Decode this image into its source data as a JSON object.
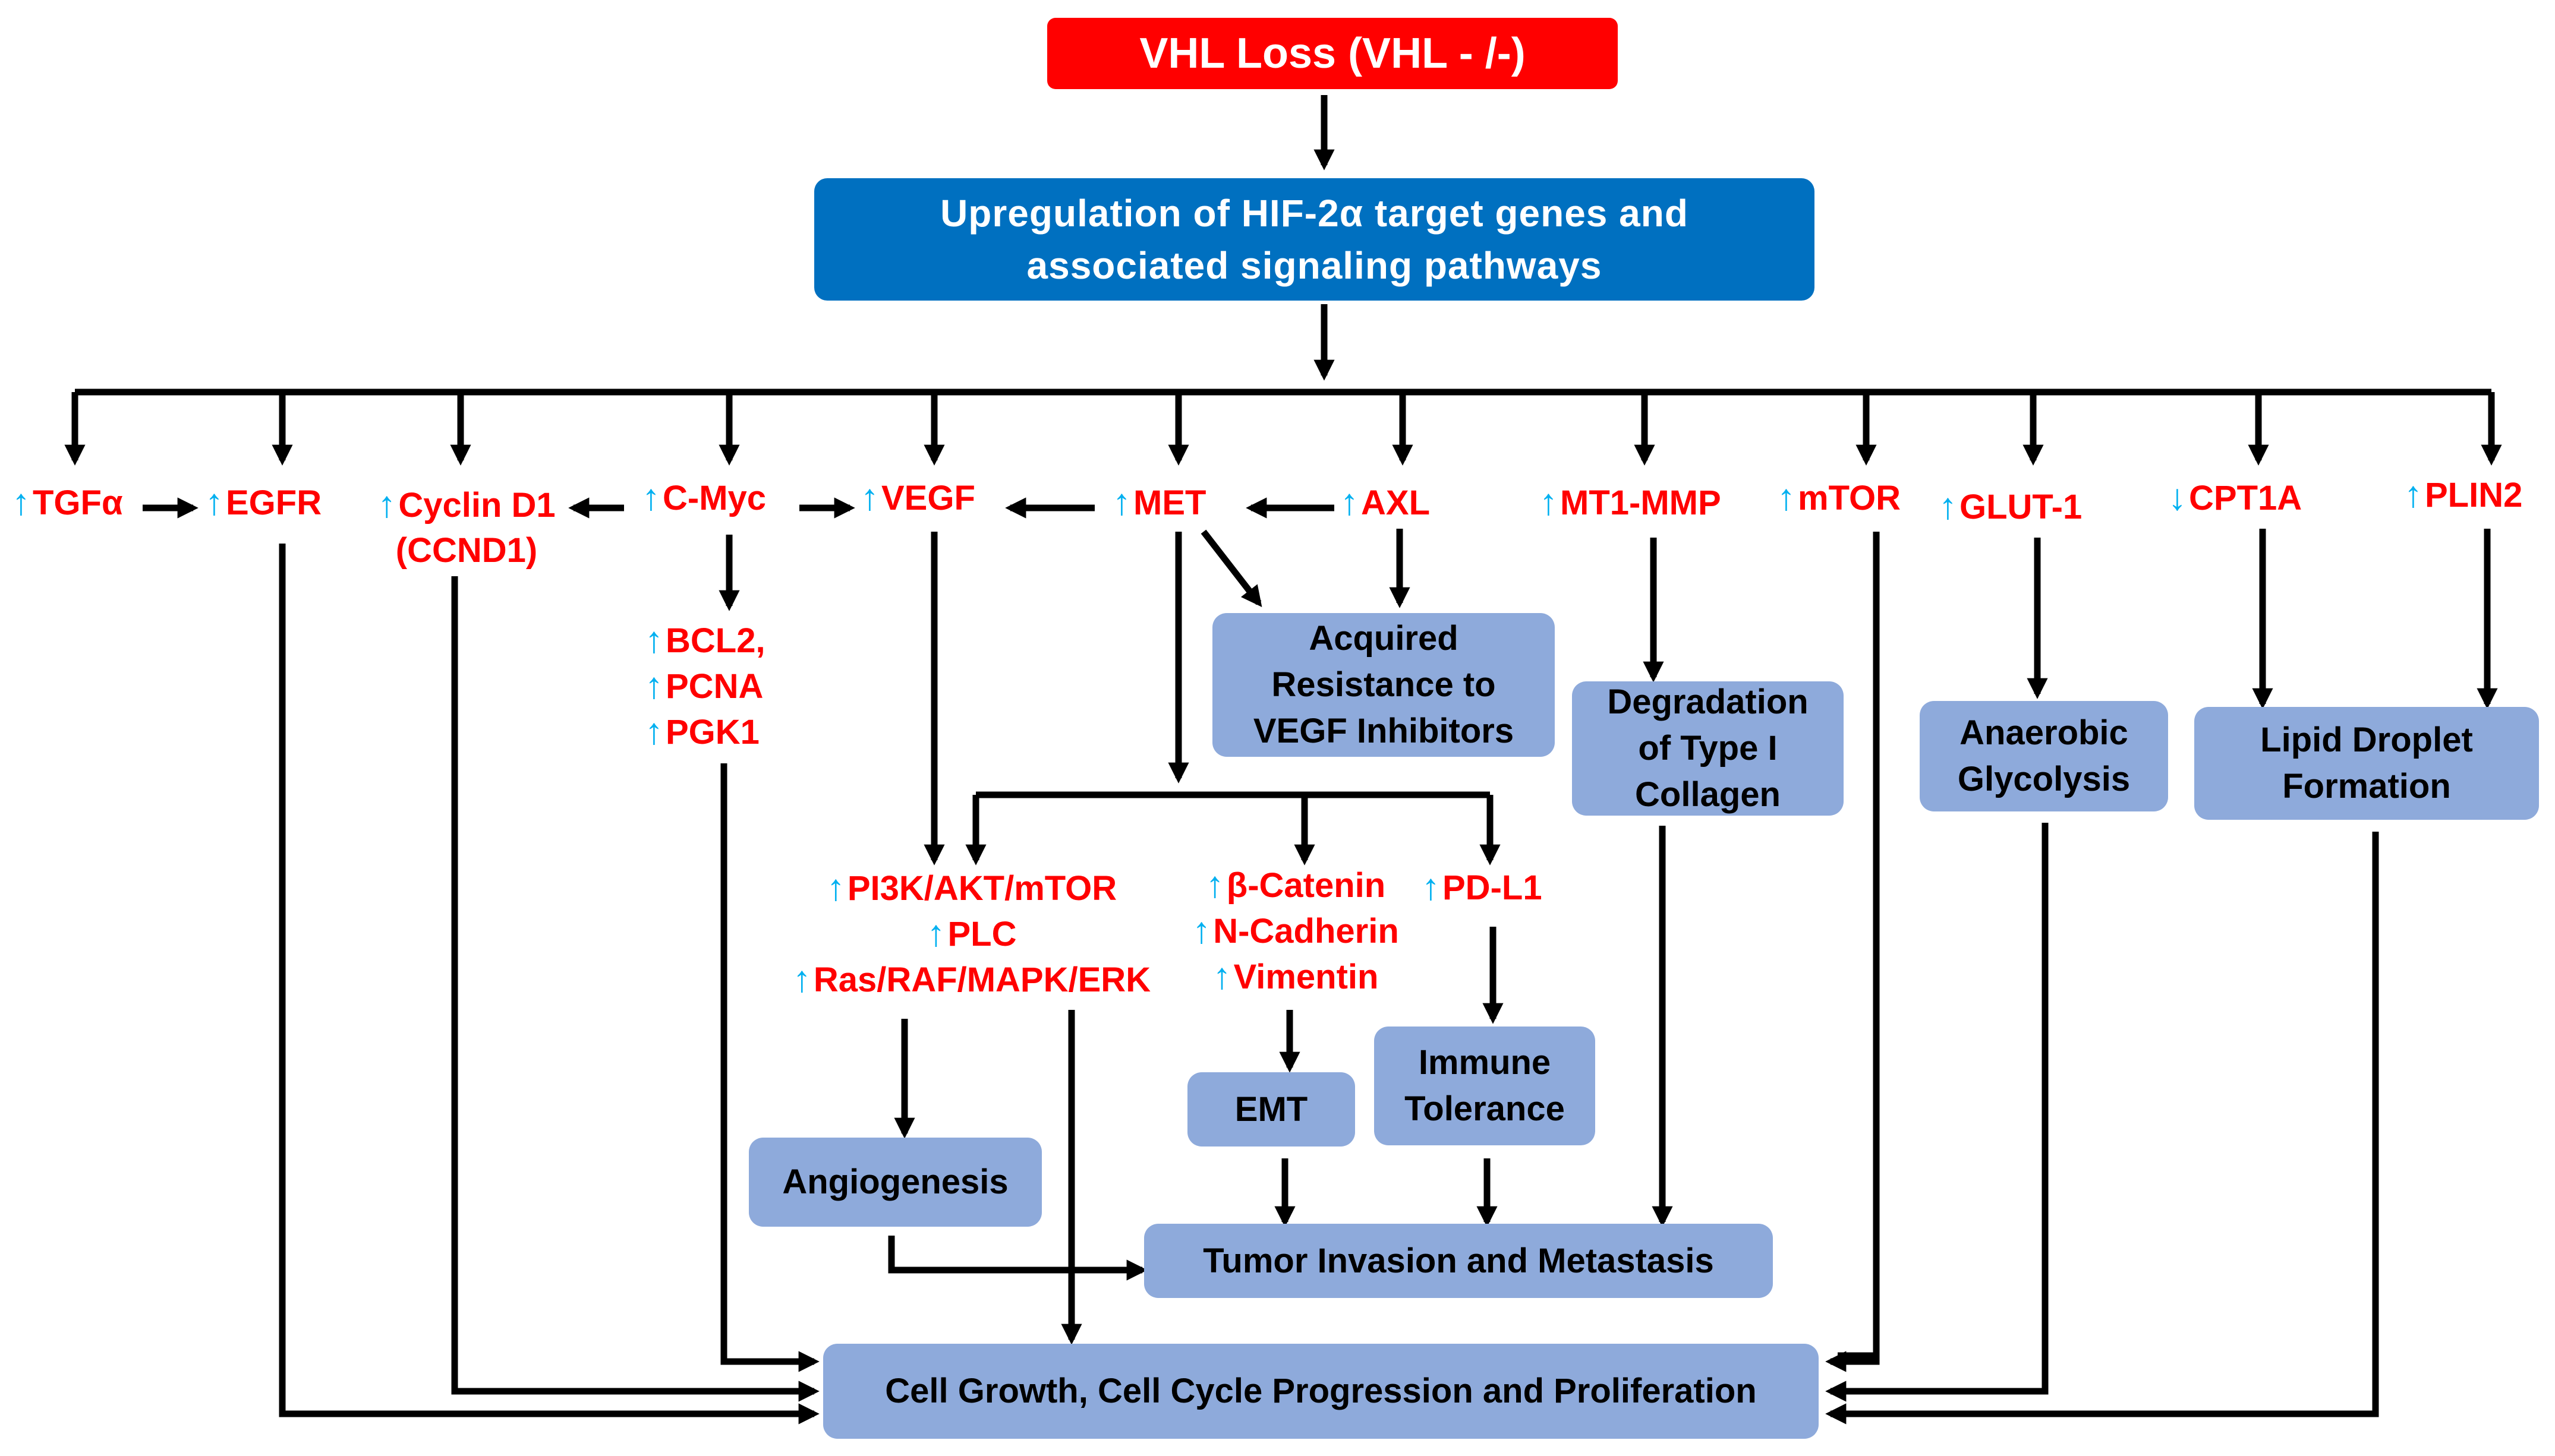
{
  "top": "VHL Loss (VHL - /-)",
  "hif": [
    "Upregulation of HIF-2α target genes and",
    "associated signaling pathways"
  ],
  "arrow_up": "↑",
  "arrow_down": "↓",
  "genes": {
    "tgfa": "TGFα",
    "egfr": "EGFR",
    "ccnd1": [
      "Cyclin D1",
      "(CCND1)"
    ],
    "cmyc": "C-Myc",
    "vegf": "VEGF",
    "met": "MET",
    "axl": "AXL",
    "mt1mmp": "MT1-MMP",
    "mtor": "mTOR",
    "glut1": "GLUT-1",
    "cpt1a": "CPT1A",
    "plin2": "PLIN2",
    "bcl2": [
      "BCL2,",
      "PCNA",
      "PGK1"
    ],
    "pi3k": [
      "PI3K/AKT/mTOR",
      "PLC",
      "Ras/RAF/MAPK/ERK"
    ],
    "catenin": [
      "β-Catenin",
      "N-Cadherin",
      "Vimentin"
    ],
    "pdl1": "PD-L1"
  },
  "outcomes": {
    "acquired": [
      "Acquired",
      "Resistance to",
      "VEGF Inhibitors"
    ],
    "degradation": [
      "Degradation",
      "of Type I",
      "Collagen"
    ],
    "anaerobic": [
      "Anaerobic",
      "Glycolysis"
    ],
    "lipid": [
      "Lipid Droplet",
      "Formation"
    ],
    "angiogenesis": "Angiogenesis",
    "emt": "EMT",
    "immune": [
      "Immune",
      "Tolerance"
    ],
    "invasion": "Tumor Invasion and Metastasis",
    "growth": "Cell Growth, Cell Cycle Progression and Proliferation"
  },
  "colors": {
    "top_box": "#ff0000",
    "hif_box": "#0070c0",
    "outcome_box": "#8eaadb",
    "gene_text": "#ff0000",
    "regulation_arrow": "#00b0f0",
    "connector": "#000000"
  }
}
